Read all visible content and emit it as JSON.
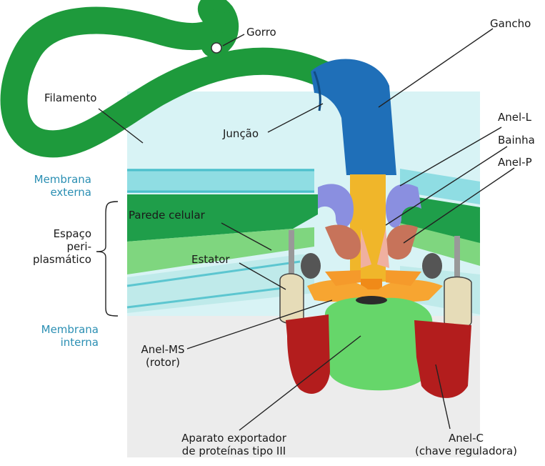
{
  "labels": {
    "gorro": "Gorro",
    "gancho": "Gancho",
    "filamento": "Filamento",
    "juncao": "Junção",
    "anel_l": "Anel-L",
    "bainha": "Bainha",
    "anel_p": "Anel-P",
    "membrana_externa_1": "Membrana",
    "membrana_externa_2": "externa",
    "espaco_1": "Espaço",
    "espaco_2": "peri-",
    "espaco_3": "plasmático",
    "parede_celular": "Parede celular",
    "estator": "Estator",
    "membrana_interna_1": "Membrana",
    "membrana_interna_2": "interna",
    "anel_ms_1": "Anel-MS",
    "anel_ms_2": "(rotor)",
    "aparato_1": "Aparato exportador",
    "aparato_2": "de proteínas tipo III",
    "anel_c_1": "Anel-C",
    "anel_c_2": "(chave reguladora)"
  },
  "colors": {
    "filament": "#1e9a3c",
    "hook": "#1f6fb8",
    "outer_membrane": "#7fd8df",
    "periplasm": "#bfeaea",
    "cell_wall": "#3fbf5f",
    "inner_membrane": "#d6f3f5",
    "cytoplasm": "#e9e9e9",
    "rod": "#f0b62a",
    "l_ring": "#8a8fe0",
    "p_ring": "#c7735a",
    "ms_ring": "#f7a531",
    "stator": "#e6dcb8",
    "export_apparatus": "#66d66a",
    "c_ring": "#b31d1d",
    "membrane_label": "#2b8fb3"
  }
}
